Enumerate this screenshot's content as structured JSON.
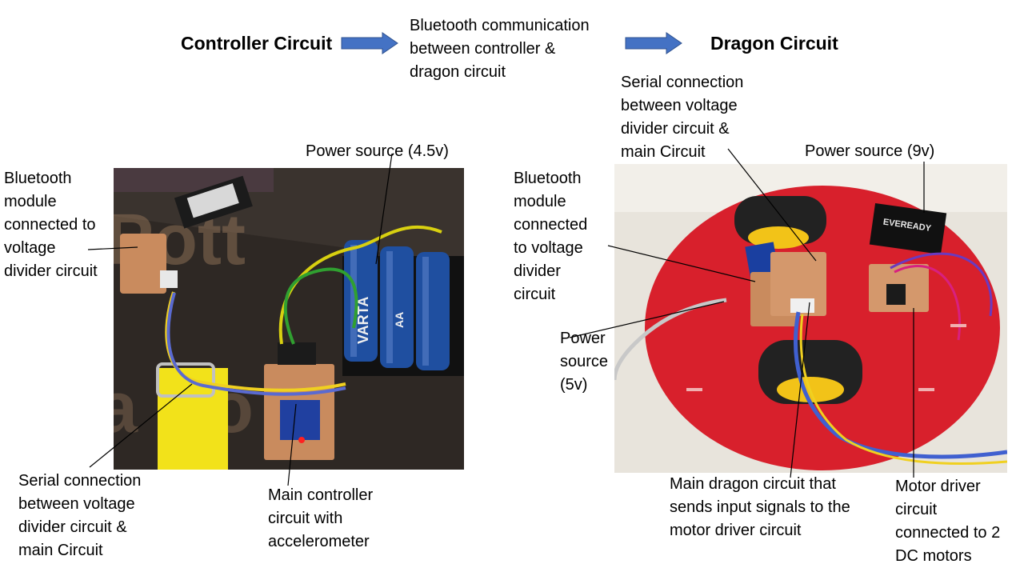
{
  "header": {
    "left_title": "Controller Circuit",
    "middle_text": "Bluetooth communication\nbetween controller &\ndragon circuit",
    "right_title": "Dragon Circuit"
  },
  "controller": {
    "bluetooth_label": "Bluetooth\nmodule\nconnected to\nvoltage\ndivider circuit",
    "power_label": "Power source (4.5v)",
    "serial_label": "Serial connection\nbetween voltage\ndivider circuit &\nmain Circuit",
    "main_label": "Main controller\ncircuit with\naccelerometer",
    "battery_brand": "VARTA",
    "battery_size": "AA"
  },
  "dragon": {
    "serial_label": "Serial connection\nbetween voltage\ndivider circuit &\nmain Circuit",
    "power9_label": "Power source (9v)",
    "bluetooth_label": "Bluetooth\nmodule\nconnected\nto voltage\ndivider\ncircuit",
    "power5_label": "Power\nsource\n(5v)",
    "main_label": "Main dragon circuit that\nsends input signals to the\nmotor driver circuit",
    "motor_label": "Motor driver\ncircuit\nconnected to 2\nDC motors",
    "battery_brand": "EVEREADY"
  },
  "colors": {
    "arrow_fill": "#4472c4",
    "arrow_stroke": "#2f528f",
    "chassis_red": "#d8202c",
    "pcb": "#c98b5e",
    "battery_blue": "#1f4fa0",
    "wheel_yellow": "#f2c318"
  }
}
